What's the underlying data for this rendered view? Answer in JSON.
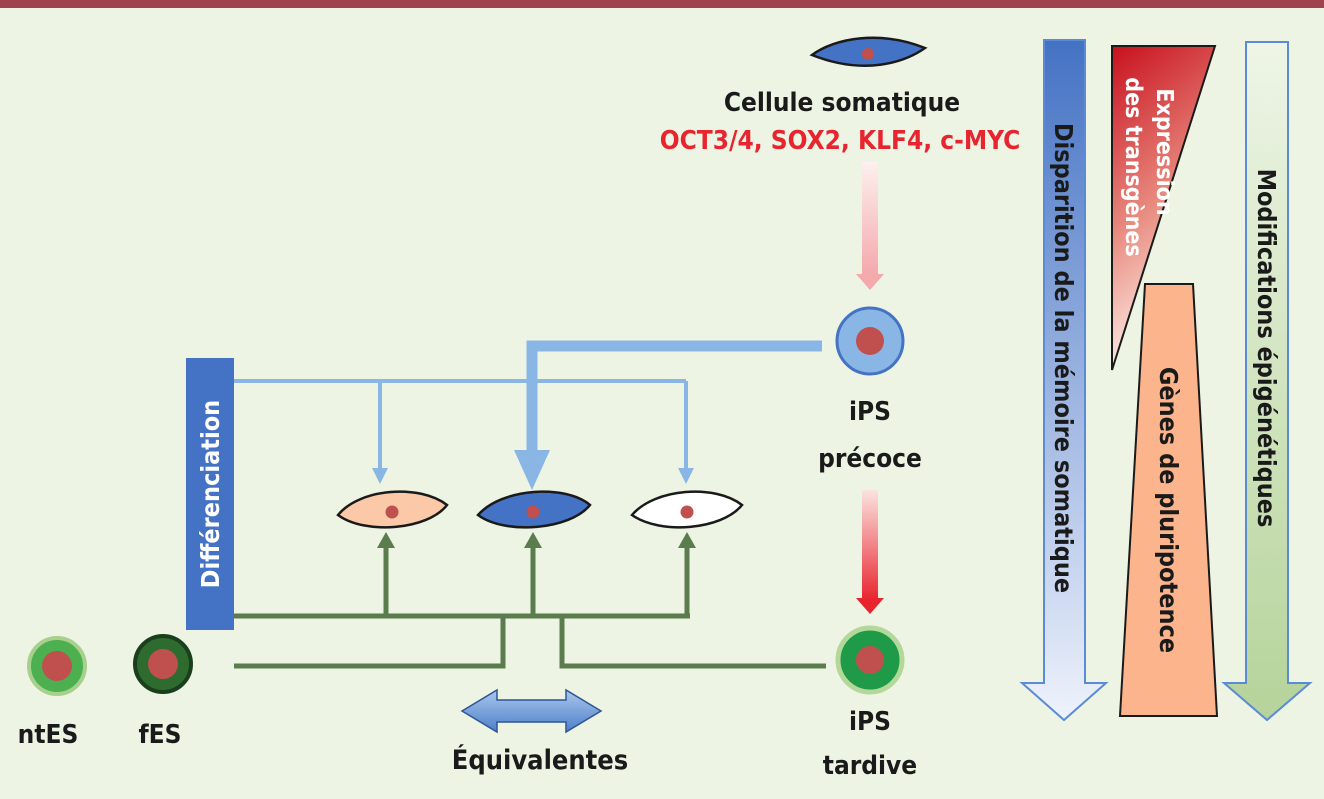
{
  "somatic": {
    "label": "Cellule somatique",
    "factors": "OCT3/4, SOX2, KLF4, c-MYC"
  },
  "ips_early": {
    "line1": "iPS",
    "line2": "précoce"
  },
  "ips_late": {
    "line1": "iPS",
    "line2": "tardive"
  },
  "differentiation_label": "Différenciation",
  "es_cells": [
    {
      "label": "ntES"
    },
    {
      "label": "fES"
    }
  ],
  "equivalent_label": "Équivalentes",
  "side_bars": {
    "memory": "Disparition de la mémoire somatique",
    "transgenes_line1": "Expression",
    "transgenes_line2": "des transgènes",
    "pluripotency": "Gènes de pluripotence",
    "epigenetic": "Modifications épigénétiques"
  },
  "colors": {
    "top_rule": "#a0434f",
    "background": "#edf4e3",
    "factor_text": "#e8252f",
    "light_blue": "#8ab6e6",
    "dark_blue": "#4472c4",
    "green_line": "#5b7d4e",
    "nucleus": "#c0504d",
    "peach": "#fbc9a8",
    "orange": "#fbb48c",
    "pale_green": "#c9dfb3"
  }
}
